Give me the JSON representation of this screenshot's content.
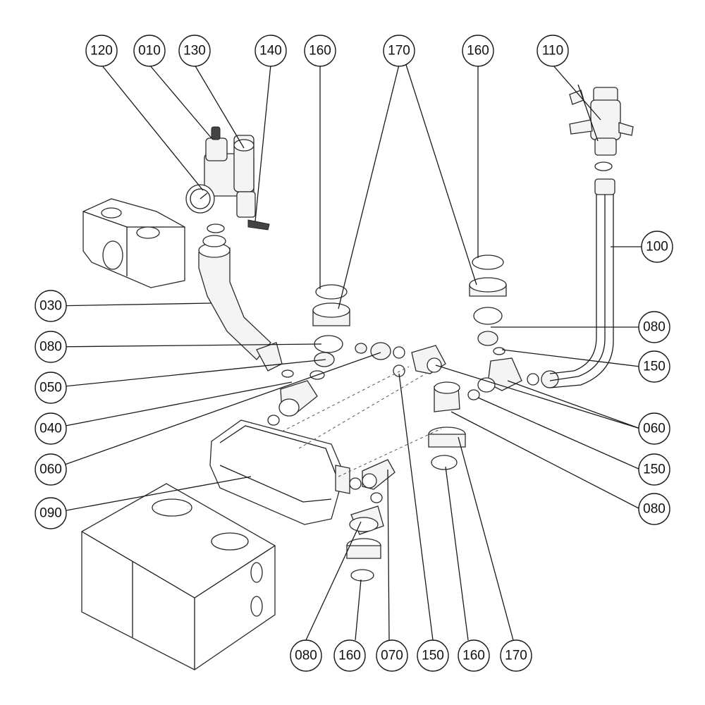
{
  "callouts": [
    {
      "id": "c120",
      "label": "120"
    },
    {
      "id": "c010",
      "label": "010"
    },
    {
      "id": "c130",
      "label": "130"
    },
    {
      "id": "c140",
      "label": "140"
    },
    {
      "id": "c160a",
      "label": "160"
    },
    {
      "id": "c170a",
      "label": "170"
    },
    {
      "id": "c160b",
      "label": "160"
    },
    {
      "id": "c110",
      "label": "110"
    },
    {
      "id": "c100",
      "label": "100"
    },
    {
      "id": "c030",
      "label": "030"
    },
    {
      "id": "c080a",
      "label": "080"
    },
    {
      "id": "c080b",
      "label": "080"
    },
    {
      "id": "c150a",
      "label": "150"
    },
    {
      "id": "c050",
      "label": "050"
    },
    {
      "id": "c040",
      "label": "040"
    },
    {
      "id": "c060a",
      "label": "060"
    },
    {
      "id": "c060b",
      "label": "060"
    },
    {
      "id": "c150b",
      "label": "150"
    },
    {
      "id": "c080c",
      "label": "080"
    },
    {
      "id": "c090",
      "label": "090"
    },
    {
      "id": "c080d",
      "label": "080"
    },
    {
      "id": "c160c",
      "label": "160"
    },
    {
      "id": "c070",
      "label": "070"
    },
    {
      "id": "c150c",
      "label": "150"
    },
    {
      "id": "c160d",
      "label": "160"
    },
    {
      "id": "c170b",
      "label": "170"
    }
  ]
}
